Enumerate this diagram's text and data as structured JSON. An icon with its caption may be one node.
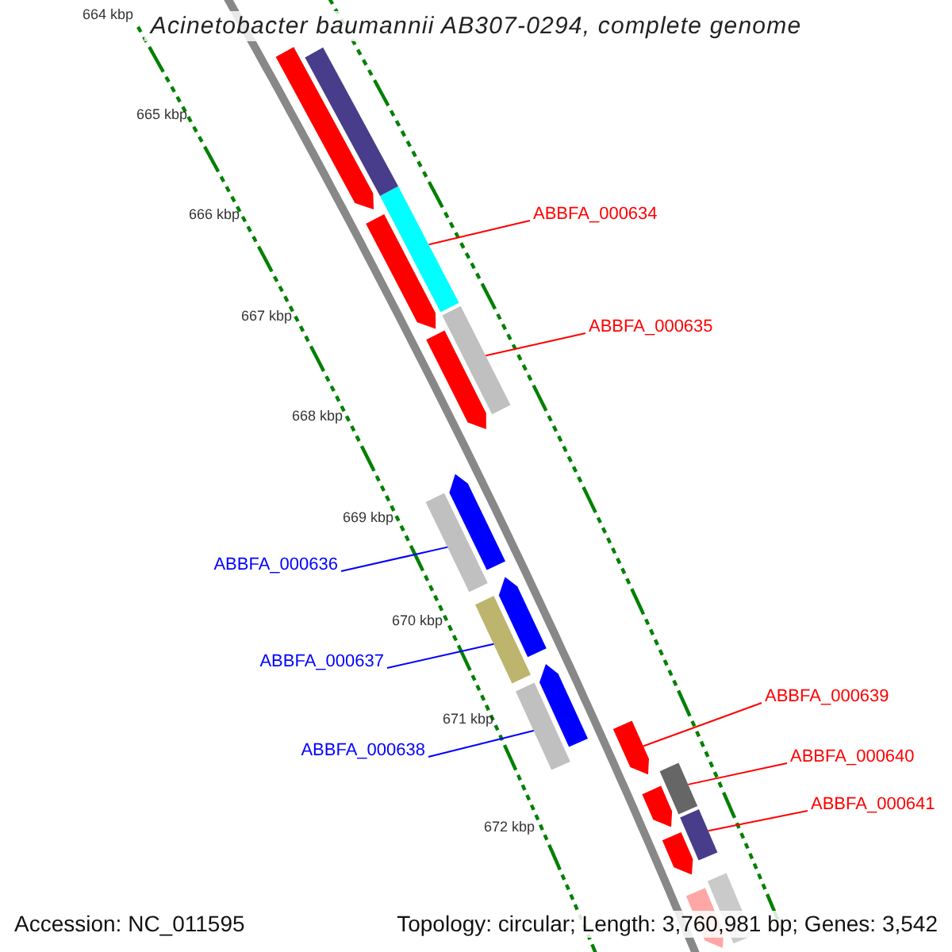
{
  "diagram": {
    "title": "Acinetobacter baumannii AB307-0294, complete genome",
    "nodes": [
      {
        "text": [
          "ABBFA_000634"
        ]
      },
      {
        "text": [
          "ABBFA_000635"
        ]
      },
      {
        "text": [
          "ABBFA_000636"
        ]
      },
      {
        "text": [
          "ABBFA_000637"
        ]
      },
      {
        "text": [
          "ABBFA_000638"
        ]
      },
      {
        "text": [
          "ABBFA_000639"
        ]
      },
      {
        "text": [
          "ABBFA_000640"
        ]
      },
      {
        "text": [
          "ABBFA_000641"
        ]
      },
      {
        "text": [],
        "shape": "bar"
      },
      {
        "text": [],
        "shape": "bar"
      },
      {
        "text": [],
        "shape": "bar"
      },
      {
        "text": [],
        "shape": "bar"
      },
      {
        "text": [],
        "shape": "bar"
      },
      {
        "text": [],
        "shape": "bar"
      },
      {
        "text": [],
        "shape": "bar"
      },
      {
        "text": [],
        "shape": "bar"
      },
      {
        "text": [],
        "shape": "bar"
      },
      {
        "text": [],
        "shape": "bar"
      },
      {
        "text": [],
        "shape": "bar"
      },
      {
        "text": [],
        "shape": "bar"
      },
      {
        "text": [],
        "shape": "bar"
      },
      {
        "text": [],
        "shape": "bar"
      },
      {
        "text": [],
        "shape": "bar"
      },
      {
        "text": [],
        "shape": "bar"
      },
      {
        "text": [],
        "shape": "bar"
      },
      {
        "text": [],
        "shape": "bar"
      },
      {
        "text": [],
        "shape": "bar"
      }
    ],
    "edges": [
      {
        "from": 0,
        "to": 8,
        "arrow": "none"
      },
      {
        "from": 1,
        "to": 9,
        "arrow": "none"
      },
      {
        "from": 2,
        "to": 10,
        "arrow": "none",
        "color": "#0000ff"
      },
      {
        "from": 3,
        "to": 11,
        "arrow": "none",
        "color": "#0000ff"
      },
      {
        "from": 4,
        "to": 12,
        "arrow": "none",
        "color": "#0000ff"
      },
      {
        "from": 5,
        "to": 13,
        "arrow": "none"
      },
      {
        "from": 6,
        "to": 14,
        "arrow": "none"
      },
      {
        "from": 7,
        "to": 15,
        "arrow": "none"
      }
    ],
    "labels": [
      "664 kbp",
      "665 kbp",
      "666 kbp",
      "667 kbp",
      "668 kbp",
      "669 kbp",
      "670 kbp",
      "671 kbp",
      "672 kbp",
      "Accession: NC_011595",
      "Topology: circular; Length: 3,760,981 bp; Genes: 3,542"
    ]
  }
}
